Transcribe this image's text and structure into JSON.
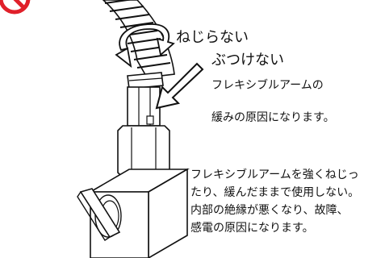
{
  "labels": {
    "twist": "ねじらない",
    "hit": "ぶつけない",
    "loose_line1": "フレキシブルアームの",
    "loose_line2": "緩みの原因になります。"
  },
  "warning": {
    "lines": [
      "フレキシブルアームを強くねじっ",
      "たり、緩んだままで使用しない。",
      "内部の絶縁が悪くなり、故障、",
      "感電の原因になります。"
    ]
  },
  "colors": {
    "prohibition": "#e0202a",
    "line": "#111111",
    "arrow_fill": "#ffffff"
  },
  "icons": {
    "prohibition": "prohibition-icon",
    "twist_arrow": "rotate-arrow-icon",
    "push_arrow": "push-arrow-icon"
  }
}
